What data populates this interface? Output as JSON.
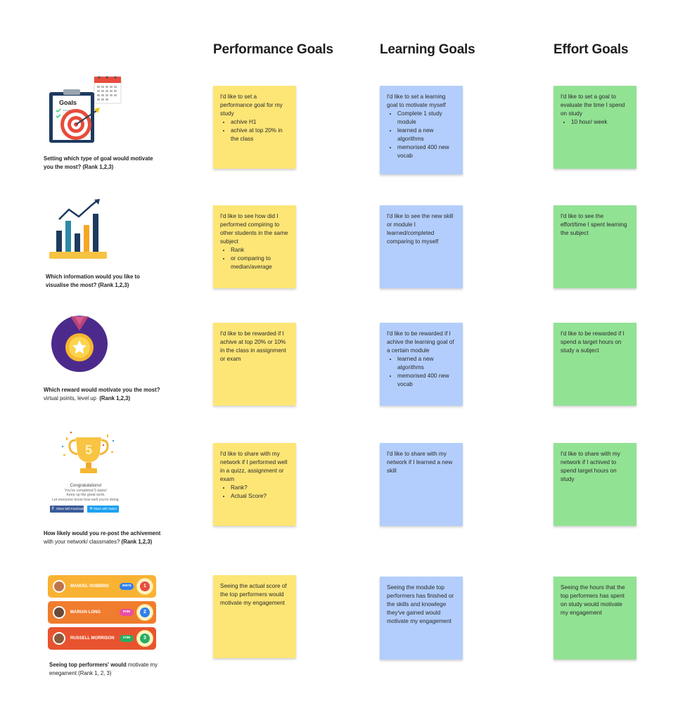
{
  "columns": [
    {
      "title": "Performance Goals"
    },
    {
      "title": "Learning Goals"
    },
    {
      "title": "Effort Goals"
    }
  ],
  "rows": [
    {
      "question_bold": "Setting which type of goal would motivate you the most? (Rank 1,2,3)",
      "question_plain": "",
      "question_bold2": "",
      "illustration": {
        "icon": "goals-target-icon",
        "label": "Goals"
      },
      "notes": {
        "performance": {
          "text": "I'd like to set a performance goal for my study",
          "bullets": [
            "achive H1",
            "achive at top 20% in the class"
          ]
        },
        "learning": {
          "text": "I'd like to set a learning goal to motivate myself",
          "bullets": [
            "Complete 1 study module",
            "learned a new algorithms",
            "memorised 400 new vocab"
          ]
        },
        "effort": {
          "text": "I'd like to set a goal to evaluate the time I spend on study",
          "bullets": [
            "10 hour/ week"
          ]
        }
      }
    },
    {
      "question_bold": "Which information would you like to visualise the most? (Rank 1,2,3)",
      "question_plain": "",
      "question_bold2": "",
      "illustration": {
        "icon": "bar-chart-icon"
      },
      "notes": {
        "performance": {
          "text": "I'd like to see how did I performed compiring to other students in the same subject",
          "bullets": [
            "Rank",
            "or comparing to median/average"
          ]
        },
        "learning": {
          "text": "I'd like to see the new skill or module I learned/completed comparing to myself",
          "bullets": []
        },
        "effort": {
          "text": "I'd like to see the effort/time I spent learning the subject",
          "bullets": []
        }
      }
    },
    {
      "question_bold": "Which reward would motivate you the most?",
      "question_plain": "virtual points, level up",
      "question_bold2": "(Rank 1,2,3)",
      "illustration": {
        "icon": "medal-icon"
      },
      "notes": {
        "performance": {
          "text": "I'd like to be rewarded if I achive at top 20% or 10% in the class in assignment or exam",
          "bullets": []
        },
        "learning": {
          "text": "I'd like to be rewarded if I achive the learning goal of a certain module",
          "bullets": [
            "learned a new algorithms",
            "memorised 400 new vocab"
          ]
        },
        "effort": {
          "text": "I'd like to be rewarded if I spend a target hours on study a subject",
          "bullets": []
        }
      }
    },
    {
      "question_bold": "How likely would you re-post the achivement",
      "question_plain": "with your network/ classmates?",
      "question_bold2": "(Rank 1,2,3)",
      "illustration": {
        "icon": "trophy-icon",
        "trophy_number": "5",
        "heading": "Congratulations!",
        "lines": [
          "You've completed 5 tasks!",
          "Keep up the great work.",
          "Let everyone know how well you're doing."
        ],
        "facebook_label": "Share with Facebook",
        "twitter_label": "Share with Twitter"
      },
      "notes": {
        "performance": {
          "text": "I'd like to share with my network if I performed well in a quizz, assignment or exam",
          "bullets": [
            "Rank?",
            "Actual Score?"
          ]
        },
        "learning": {
          "text": "I'd like to share with my network if I learned a new skill",
          "bullets": []
        },
        "effort": {
          "text": "I'd like to share with my network if I achived to spend target hours on study",
          "bullets": []
        }
      }
    },
    {
      "question_bold": "Seeing top performers' would",
      "question_plain": "motivate my enegament (Rank 1, 2, 3)",
      "question_bold2": "",
      "illustration": {
        "icon": "leaderboard-icon",
        "entries": [
          {
            "name": "MANUEL ROBBINS",
            "score": "35679",
            "rank": "1",
            "color": "#f9b233"
          },
          {
            "name": "MARIAN LONG",
            "score": "9789",
            "rank": "2",
            "color": "#f07c2e"
          },
          {
            "name": "RUSSELL MORRISON",
            "score": "2789",
            "rank": "3",
            "color": "#e8532f"
          }
        ]
      },
      "notes": {
        "performance": {
          "text": "Seeing the actual score of the top performers would motivate my engagement",
          "bullets": []
        },
        "learning": {
          "text": "Seeing the module top performers has finished or the skills and knowlege they've gained would motivate my engagement",
          "bullets": []
        },
        "effort": {
          "text": "Seeing the hours that the top performers has spent on study would motivate my engagement",
          "bullets": []
        }
      }
    }
  ],
  "colors": {
    "performance": "#fde676",
    "learning": "#b3cefc",
    "effort": "#92e294"
  }
}
